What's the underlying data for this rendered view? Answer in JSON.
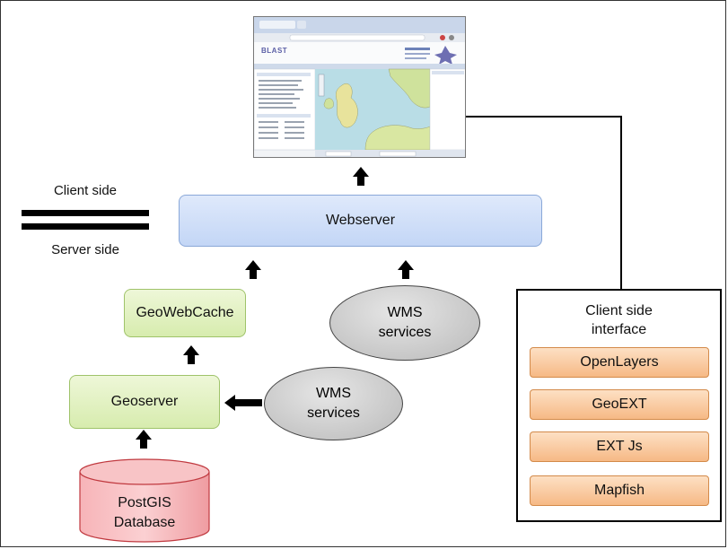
{
  "labels": {
    "client_side": "Client side",
    "server_side": "Server side"
  },
  "nodes": {
    "webserver": "Webserver",
    "geowebcache": "GeoWebCache",
    "geoserver": "Geoserver",
    "wms_top": [
      "WMS",
      "services"
    ],
    "wms_bottom": [
      "WMS",
      "services"
    ],
    "postgis": [
      "PostGIS",
      "Database"
    ]
  },
  "client_interface": {
    "title": [
      "Client side",
      "interface"
    ],
    "items": [
      "OpenLayers",
      "GeoEXT",
      "EXT Js",
      "Mapfish"
    ]
  },
  "screenshot": {
    "logo": "BLAST"
  },
  "colors": {
    "green": "#d7ecae",
    "blue": "#c3d6f6",
    "orange": "#f6b985",
    "db_red": "#f4a3a8",
    "ellipse": "#c8c8c8"
  }
}
